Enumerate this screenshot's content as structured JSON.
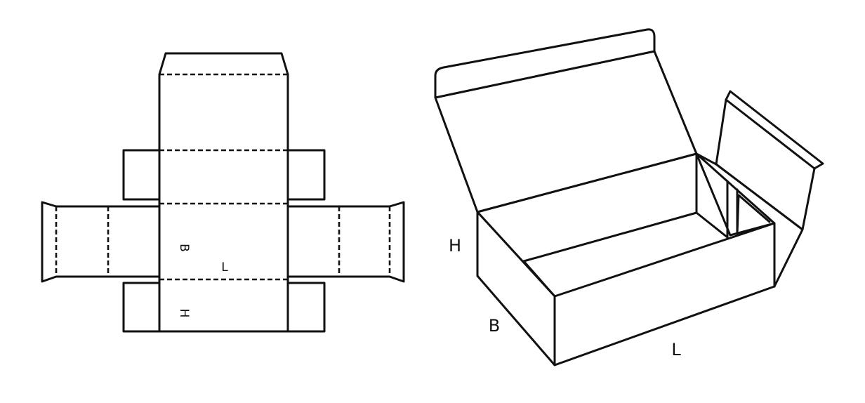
{
  "net": {
    "labels": {
      "B": "B",
      "L": "L",
      "H": "H"
    }
  },
  "box": {
    "labels": {
      "H": "H",
      "B": "B",
      "L": "L"
    }
  },
  "colors": {
    "line": "#111111",
    "background": "#ffffff"
  }
}
